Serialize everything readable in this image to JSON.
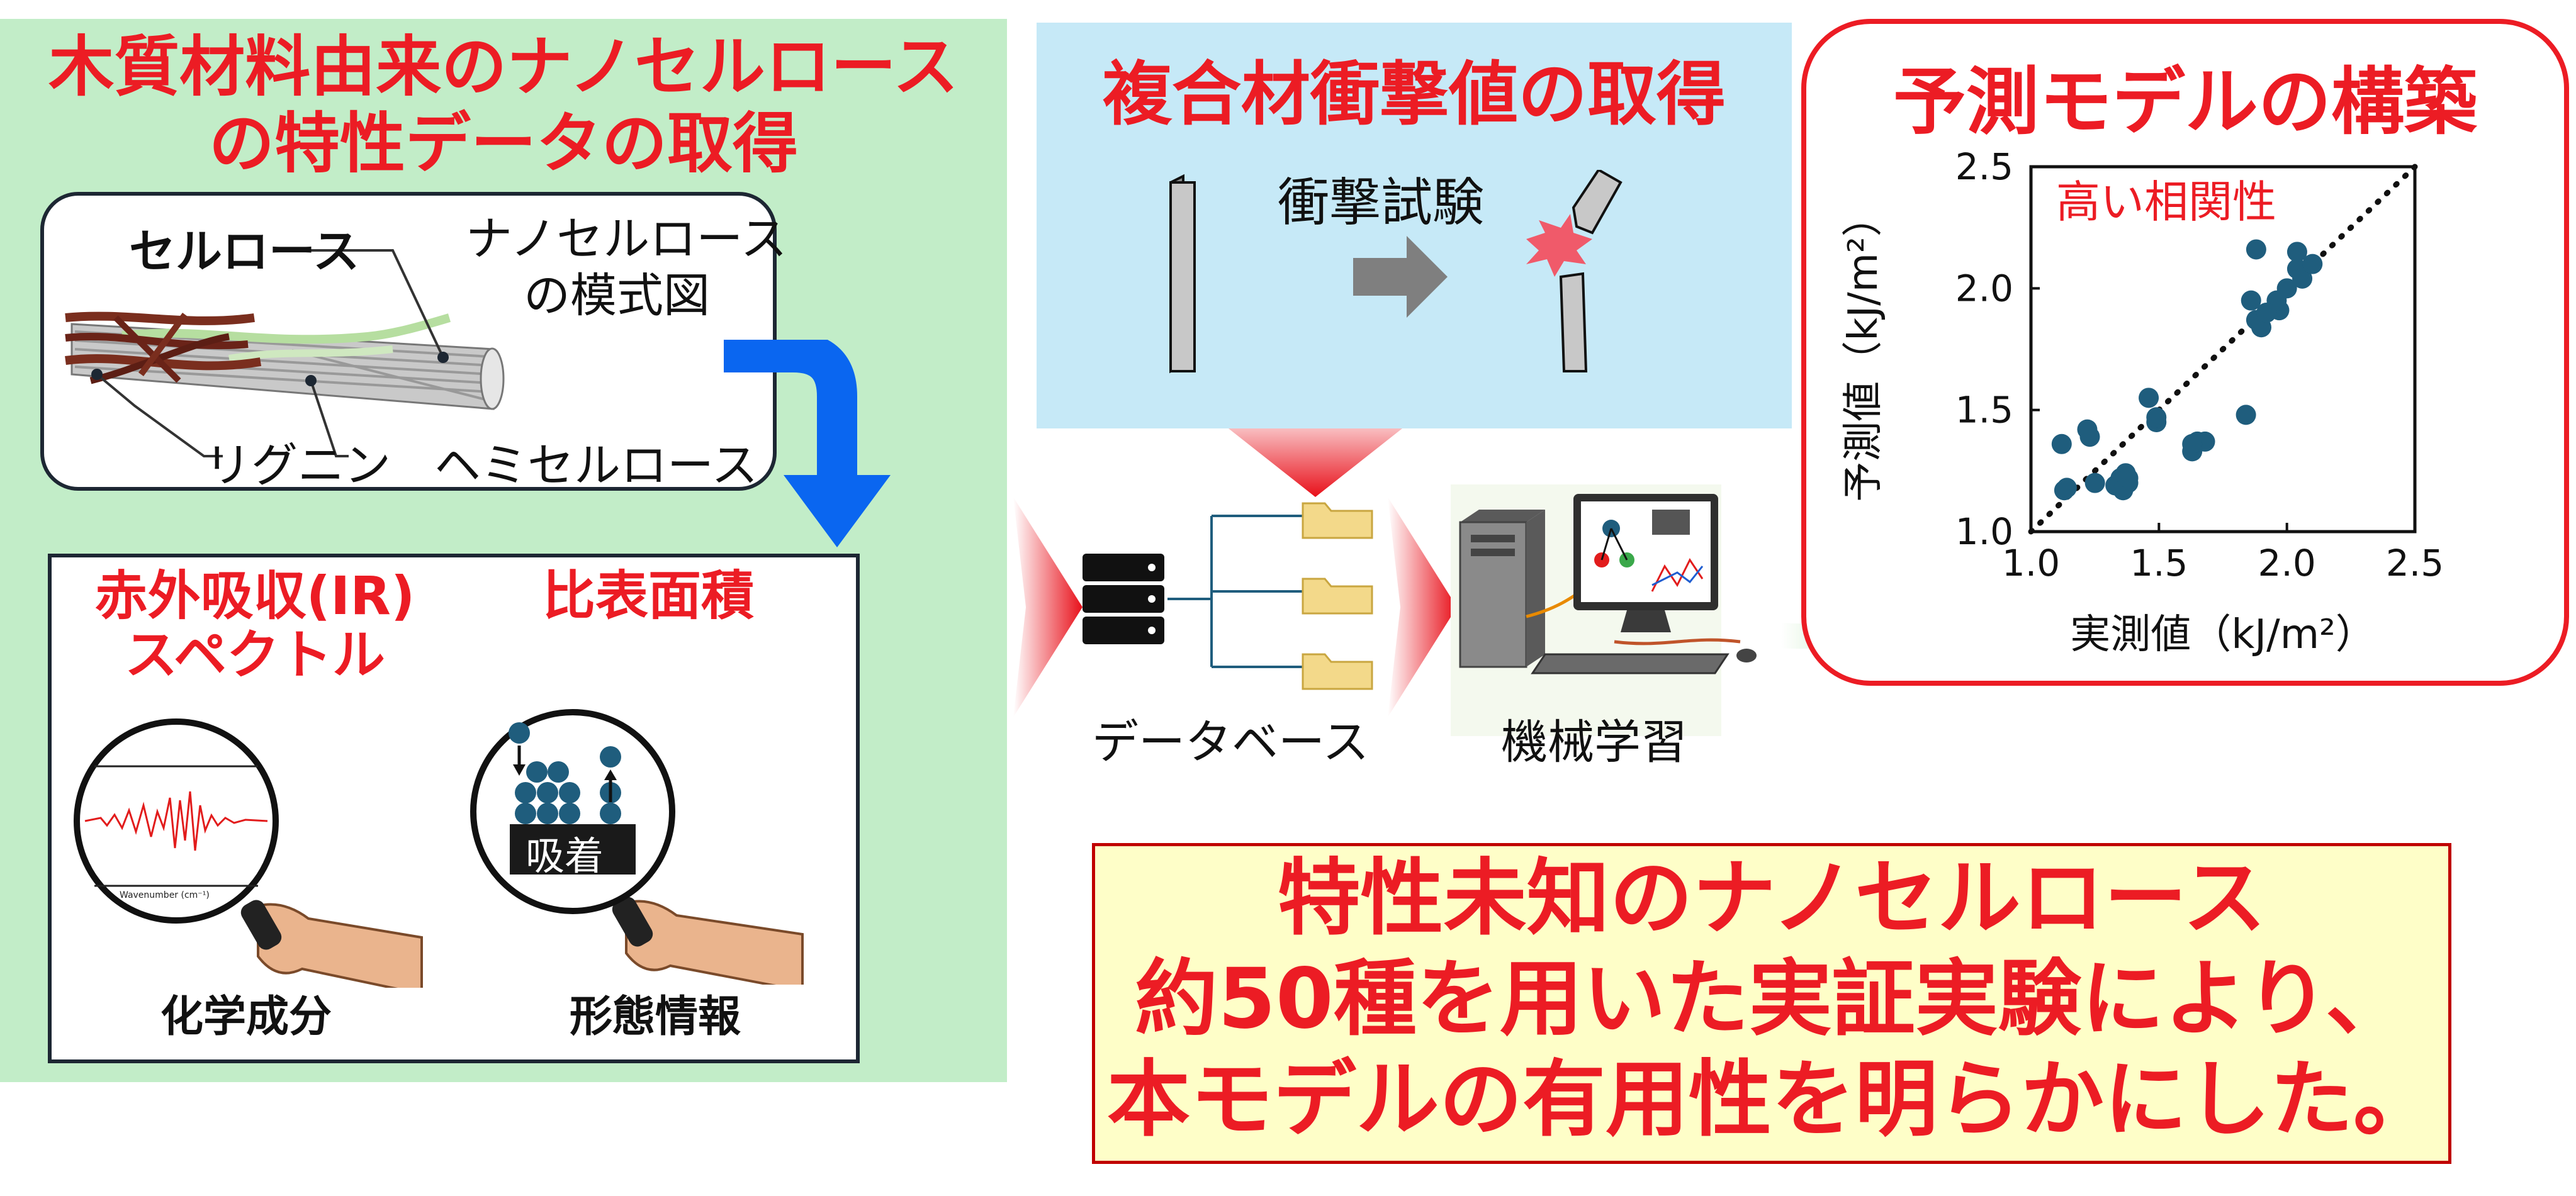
{
  "left_panel": {
    "title_line1": "木質材料由来のナノセルロース",
    "title_line2": "の特性データの取得",
    "schematic": {
      "cellulose": "セルロース",
      "caption_line1": "ナノセルロース",
      "caption_line2": "の模式図",
      "lignin": "リグニン",
      "hemicellulose": "ヘミセルロース"
    },
    "ir": {
      "title_line1": "赤外吸収(IR)",
      "title_line2": "スペクトル",
      "axis_label": "Wavenumber (cm⁻¹)",
      "caption": "化学成分"
    },
    "surface": {
      "title": "比表面積",
      "adsorption": "吸着",
      "caption": "形態情報"
    }
  },
  "middle_panel": {
    "title": "複合材衝撃値の取得",
    "impact_test": "衝撃試験",
    "database": "データベース",
    "machine_learning": "機械学習"
  },
  "right_panel": {
    "title": "予測モデルの構築"
  },
  "summary": {
    "line1": "特性未知のナノセルロース",
    "line2": "約50種を用いた実証実験により、",
    "line3": "本モデルの有用性を明らかにした。"
  },
  "chart_data": {
    "type": "scatter",
    "title": "",
    "annotation": "高い相関性",
    "xlabel": "実測値（kJ/m²）",
    "ylabel": "予測値（kJ/m²）",
    "xlim": [
      1.0,
      2.5
    ],
    "ylim": [
      1.0,
      2.5
    ],
    "xticks": [
      "1.0",
      "1.5",
      "2.0",
      "2.5"
    ],
    "yticks": [
      "1.0",
      "1.5",
      "2.0",
      "2.5"
    ],
    "reference_line": "y = x (dotted)",
    "points": [
      [
        1.12,
        1.36
      ],
      [
        1.22,
        1.42
      ],
      [
        1.23,
        1.39
      ],
      [
        1.13,
        1.17
      ],
      [
        1.14,
        1.18
      ],
      [
        1.25,
        1.2
      ],
      [
        1.33,
        1.19
      ],
      [
        1.35,
        1.22
      ],
      [
        1.37,
        1.24
      ],
      [
        1.38,
        1.2
      ],
      [
        1.36,
        1.17
      ],
      [
        1.38,
        1.22
      ],
      [
        1.46,
        1.55
      ],
      [
        1.49,
        1.45
      ],
      [
        1.49,
        1.47
      ],
      [
        1.63,
        1.33
      ],
      [
        1.65,
        1.37
      ],
      [
        1.68,
        1.37
      ],
      [
        1.63,
        1.36
      ],
      [
        1.84,
        1.48
      ],
      [
        1.88,
        2.16
      ],
      [
        1.86,
        1.95
      ],
      [
        1.88,
        1.87
      ],
      [
        1.9,
        1.84
      ],
      [
        1.97,
        1.91
      ],
      [
        1.96,
        1.95
      ],
      [
        2.04,
        2.15
      ],
      [
        2.04,
        2.08
      ],
      [
        2.06,
        2.04
      ],
      [
        2.1,
        2.1
      ],
      [
        2.0,
        2.0
      ],
      [
        1.92,
        1.9
      ]
    ],
    "colors": {
      "points": "#1f5d7d",
      "annotation": "#ec1c24"
    }
  }
}
